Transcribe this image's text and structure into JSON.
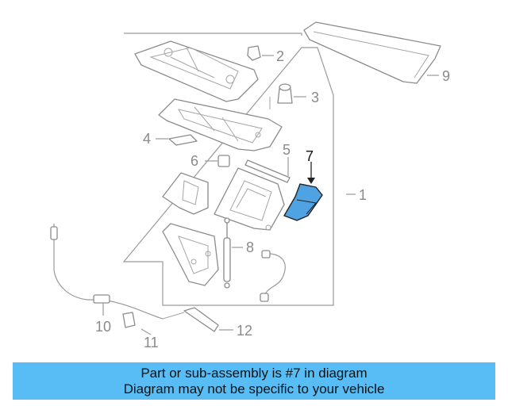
{
  "colors": {
    "highlight": "#4FA3E3",
    "banner_bg": "#58BDF5",
    "line": "#9A9A9A",
    "active_label": "#111111"
  },
  "callouts": [
    {
      "id": "1",
      "label": "1"
    },
    {
      "id": "2",
      "label": "2"
    },
    {
      "id": "3",
      "label": "3"
    },
    {
      "id": "4",
      "label": "4"
    },
    {
      "id": "5",
      "label": "5"
    },
    {
      "id": "6",
      "label": "6"
    },
    {
      "id": "7",
      "label": "7",
      "highlighted": true
    },
    {
      "id": "8",
      "label": "8"
    },
    {
      "id": "9",
      "label": "9"
    },
    {
      "id": "10",
      "label": "10"
    },
    {
      "id": "11",
      "label": "11"
    },
    {
      "id": "12",
      "label": "12"
    }
  ],
  "banner": {
    "line1": "Part or sub-assembly is #7 in diagram",
    "line2": "Diagram may not be specific to your vehicle"
  }
}
